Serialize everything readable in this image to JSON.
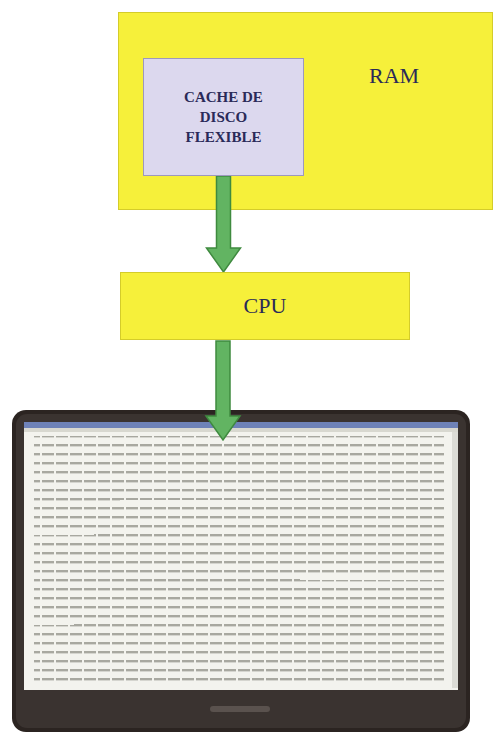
{
  "diagram": {
    "nodes": [
      {
        "text": [
          "RAM"
        ]
      },
      {
        "text": [
          "CACHE DE DISCO FLEXIBLE"
        ],
        "in": 0
      },
      {
        "text": [
          "CPU"
        ]
      }
    ],
    "edges": [
      {
        "from": 1,
        "to": 2,
        "arrow": "to"
      }
    ]
  }
}
